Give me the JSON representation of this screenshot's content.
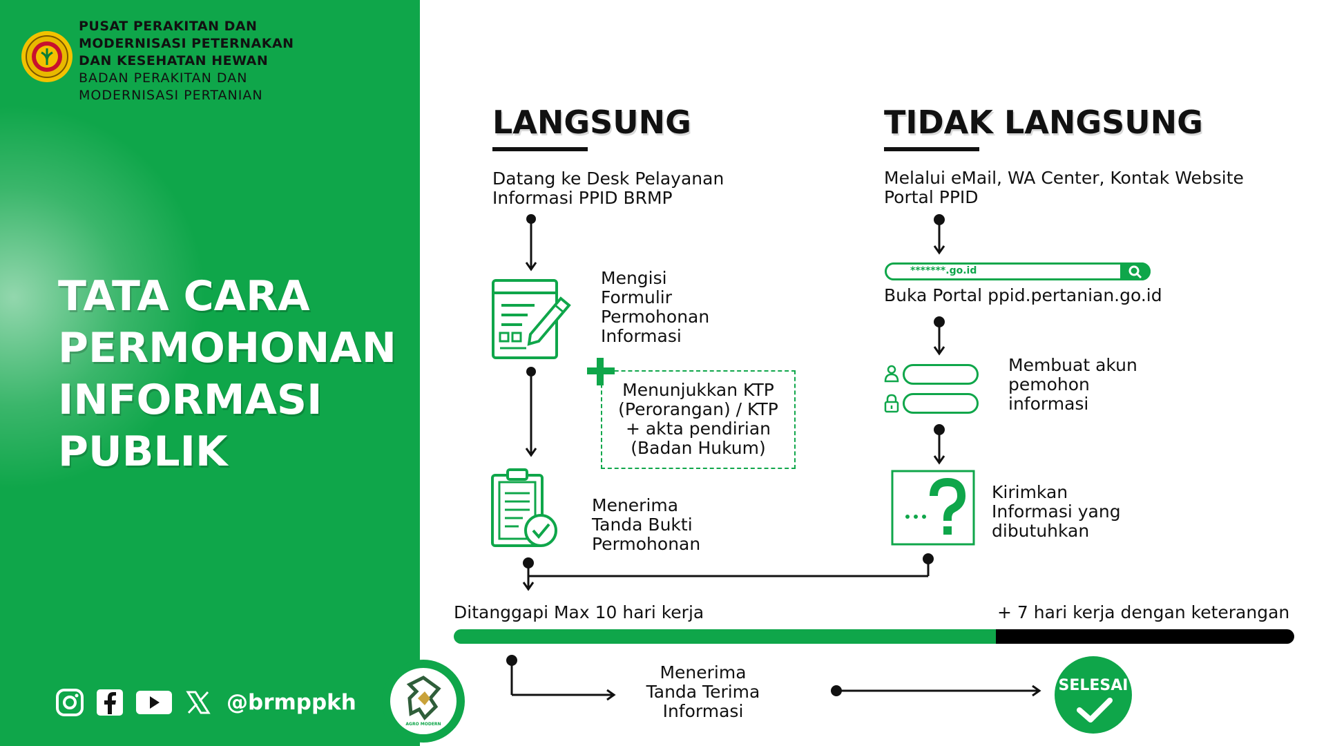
{
  "org": {
    "line1": "PUSAT PERAKITAN DAN",
    "line2": "MODERNISASI PETERNAKAN",
    "line3": "DAN KESEHATAN HEWAN",
    "line4": "BADAN PERAKITAN DAN",
    "line5": "MODERNISASI PERTANIAN"
  },
  "title": {
    "line1": "TATA CARA",
    "line2": "PERMOHONAN",
    "line3": "INFORMASI",
    "line4": "PUBLIK"
  },
  "social": {
    "icons": [
      "instagram-icon",
      "facebook-icon",
      "youtube-icon",
      "x-icon"
    ],
    "handle": "@brmppkh"
  },
  "badge": {
    "text": "AGRO MODERN"
  },
  "langsung": {
    "heading": "LANGSUNG",
    "step1_l1": "Datang ke Desk Pelayanan",
    "step1_l2": "Informasi PPID BRMP",
    "step2_l1": "Mengisi",
    "step2_l2": "Formulir",
    "step2_l3": "Permohonan",
    "step2_l4": "Informasi",
    "note_l1": "Menunjukkan KTP",
    "note_l2": "(Perorangan) / KTP",
    "note_l3": "+ akta pendirian",
    "note_l4": "(Badan Hukum)",
    "step3_l1": "Menerima",
    "step3_l2": "Tanda Bukti",
    "step3_l3": "Permohonan"
  },
  "tidak_langsung": {
    "heading": "TIDAK LANGSUNG",
    "step1_l1": "Melalui eMail, WA Center, Kontak Website",
    "step1_l2": "Portal PPID",
    "url_text": "*******.go.id",
    "step2": "Buka Portal ppid.pertanian.go.id",
    "step3_l1": "Membuat akun",
    "step3_l2": "pemohon",
    "step3_l3": "informasi",
    "step4_l1": "Kirimkan",
    "step4_l2": "Informasi yang",
    "step4_l3": "dibutuhkan"
  },
  "timeline": {
    "left": "Ditanggapi Max 10 hari kerja",
    "right": "+ 7 hari kerja dengan keterangan"
  },
  "final": {
    "l1": "Menerima",
    "l2": "Tanda Terima",
    "l3": "Informasi",
    "done": "SELESAI"
  },
  "colors": {
    "green": "#0fa64a",
    "black": "#111111",
    "white": "#ffffff"
  }
}
